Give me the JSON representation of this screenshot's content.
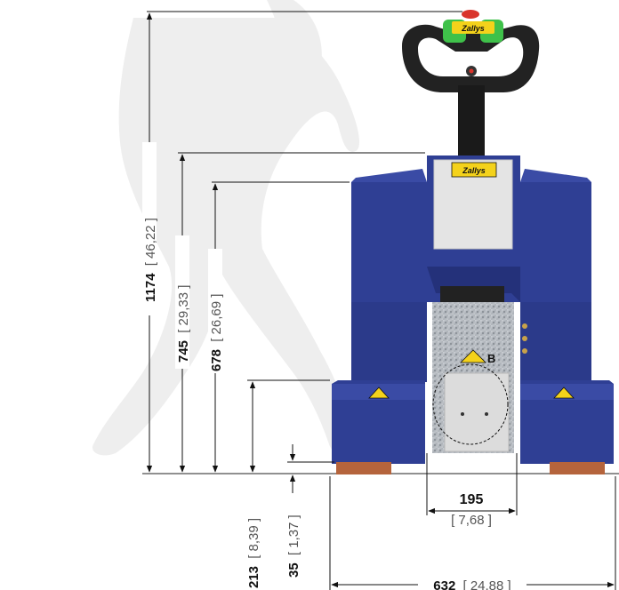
{
  "brand": "Zallys",
  "marker_label": "B",
  "dimensions": {
    "height_total": {
      "mm": "1174",
      "inch": "[ 46,22 ]"
    },
    "height_body": {
      "mm": "745",
      "inch": "[ 29,33 ]"
    },
    "height_top_cover": {
      "mm": "678",
      "inch": "[ 26,69 ]"
    },
    "height_side_box": {
      "mm": "213",
      "inch": "[ 8,39 ]"
    },
    "ground_clearance": {
      "mm": "35",
      "inch": "[ 1,37 ]"
    },
    "coupling_width": {
      "mm": "195",
      "inch": "[ 7,68 ]"
    },
    "total_width": {
      "mm": "632",
      "inch": "[ 24,88 ]"
    }
  },
  "colors": {
    "body_blue": "#2f3f94",
    "body_blue_dark": "#1f2c73",
    "panel_grey": "#e4e4e4",
    "grip_green": "#3fc14a",
    "warning_yellow": "#f4d21b",
    "foot_orange": "#b5643c",
    "silhouette": "#eeeeee"
  }
}
